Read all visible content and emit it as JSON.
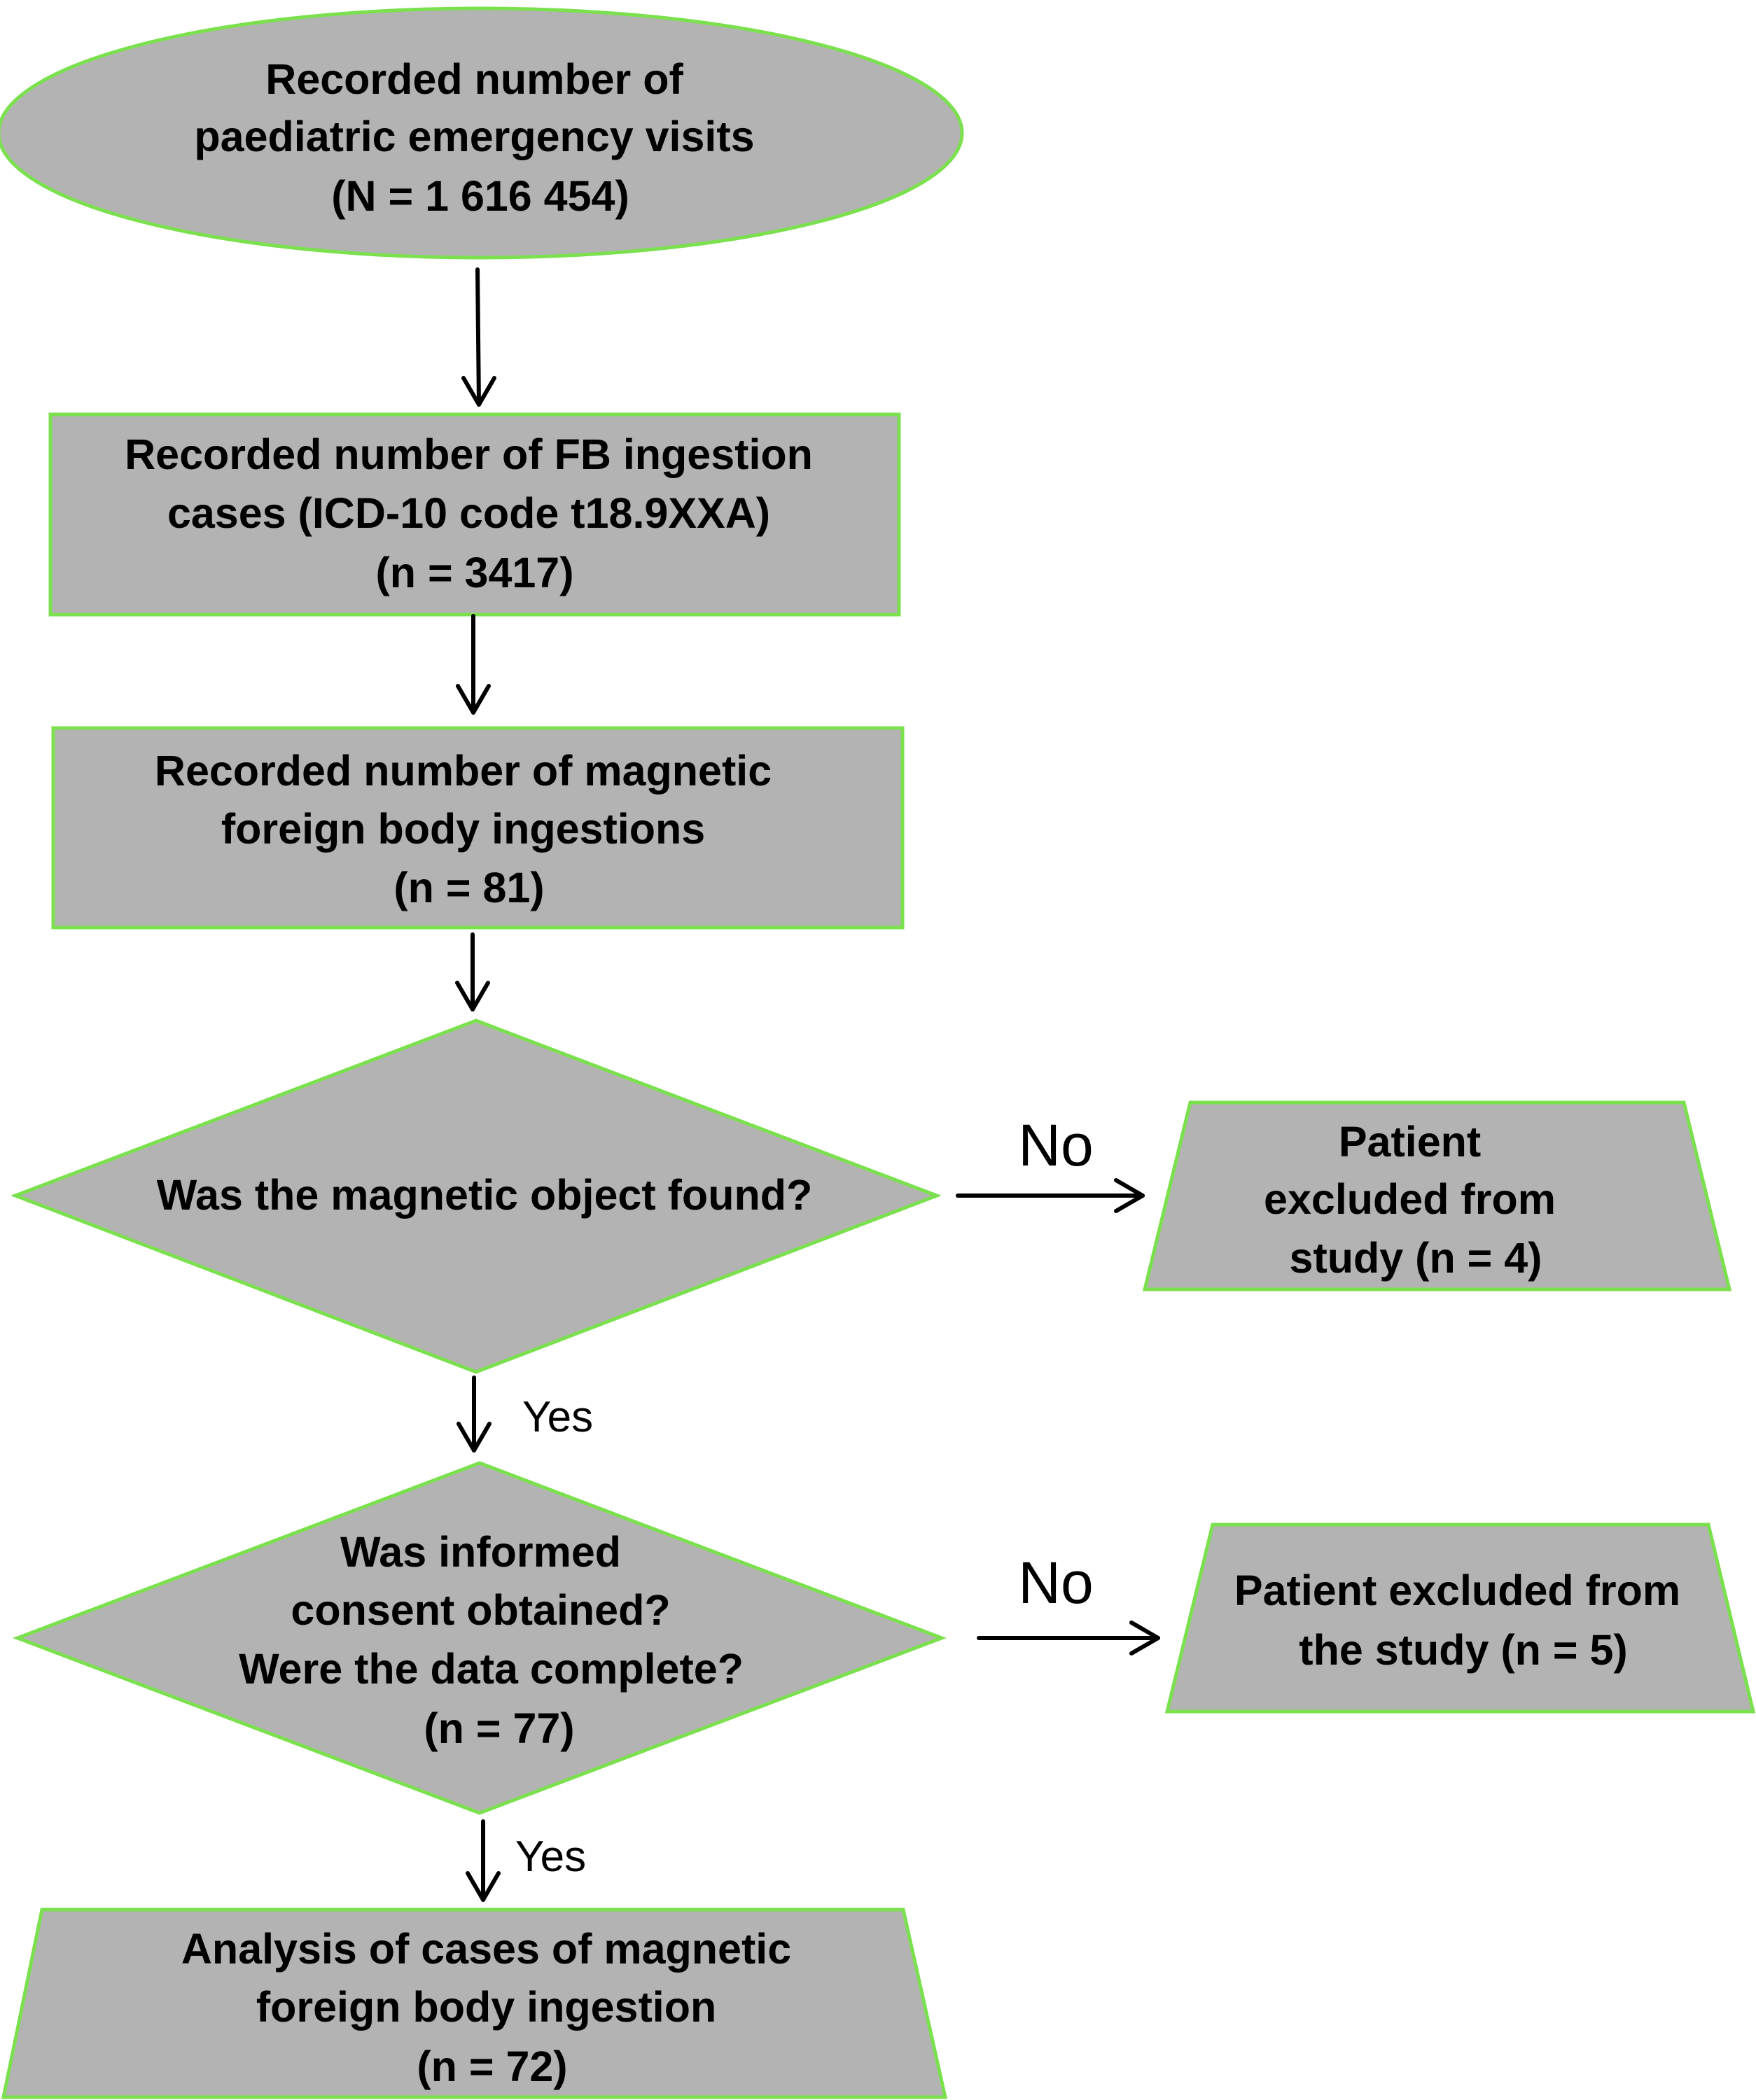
{
  "nodes": {
    "visits": {
      "shape": "ellipse",
      "lines": [
        "Recorded number of",
        "paediatric emergency visits",
        "(N = 1 616 454)"
      ]
    },
    "fb_cases": {
      "shape": "rectangle",
      "lines": [
        "Recorded number of FB ingestion",
        "cases (ICD-10 code t18.9XXA)",
        "(n = 3417)"
      ]
    },
    "magnetic_cases": {
      "shape": "rectangle",
      "lines": [
        "Recorded number of magnetic",
        "foreign body ingestions",
        "(n = 81)"
      ]
    },
    "object_found": {
      "shape": "diamond",
      "lines": [
        "Was the magnetic object found?"
      ]
    },
    "excluded_1": {
      "shape": "trapezoid",
      "lines": [
        "Patient",
        "excluded from",
        "study (n = 4)"
      ]
    },
    "consent": {
      "shape": "diamond",
      "lines": [
        "Was informed",
        "consent obtained?",
        "Were the data complete?",
        "(n = 77)"
      ]
    },
    "excluded_2": {
      "shape": "trapezoid",
      "lines": [
        "Patient excluded from",
        "the study (n = 5)"
      ]
    },
    "analysis": {
      "shape": "trapezoid",
      "lines": [
        "Analysis of cases of magnetic",
        "foreign body ingestion",
        "(n = 72)"
      ]
    }
  },
  "edges": [
    {
      "from": "visits",
      "to": "fb_cases",
      "label": ""
    },
    {
      "from": "fb_cases",
      "to": "magnetic_cases",
      "label": ""
    },
    {
      "from": "magnetic_cases",
      "to": "object_found",
      "label": ""
    },
    {
      "from": "object_found",
      "to": "excluded_1",
      "label": "No"
    },
    {
      "from": "object_found",
      "to": "consent",
      "label": "Yes"
    },
    {
      "from": "consent",
      "to": "excluded_2",
      "label": "No"
    },
    {
      "from": "consent",
      "to": "analysis",
      "label": "Yes"
    }
  ],
  "colors": {
    "shape_fill": "#b3b3b3",
    "shape_border": "#7be04e",
    "arrow": "#000000",
    "text": "#000000"
  }
}
